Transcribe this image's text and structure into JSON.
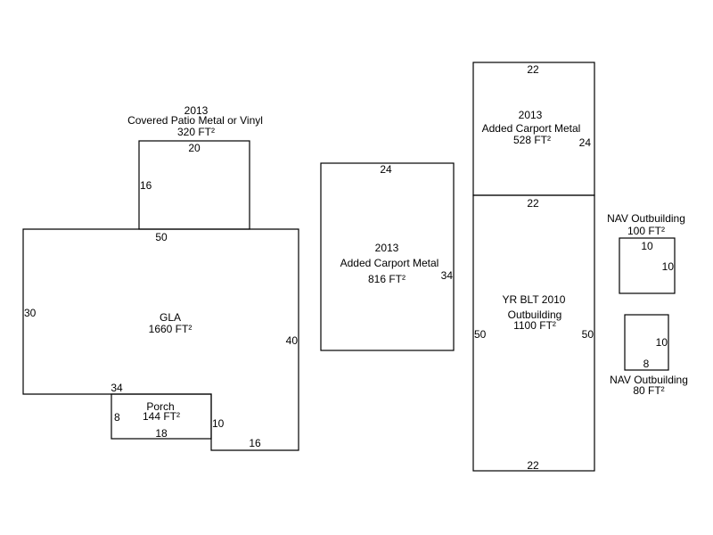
{
  "patio": {
    "year": "2013",
    "label": "Covered Patio Metal or Vinyl",
    "area": "320 FT²",
    "dim_top": "20",
    "dim_left": "16"
  },
  "gla": {
    "label": "GLA",
    "area": "1660 FT²",
    "dim_top": "50",
    "dim_left": "30",
    "dim_right": "40",
    "dim_bottom_left": "34",
    "dim_bottom_right": "16",
    "dim_step": "10"
  },
  "porch": {
    "label": "Porch",
    "area": "144 FT²",
    "dim_left": "8",
    "dim_bottom": "18"
  },
  "carport_left": {
    "year": "2013",
    "label": "Added Carport Metal",
    "area": "816 FT²",
    "dim_top": "24",
    "dim_right": "34"
  },
  "carport_right": {
    "year": "2013",
    "label": "Added Carport Metal",
    "area": "528 FT²",
    "dim_top": "22",
    "dim_right": "24"
  },
  "outbuilding": {
    "year_label": "YR BLT 2010",
    "label": "Outbuilding",
    "area": "1100 FT²",
    "dim_top": "22",
    "dim_left": "50",
    "dim_right": "50",
    "dim_bottom": "22"
  },
  "nav1": {
    "label": "NAV Outbuilding",
    "area": "100 FT²",
    "dim_top": "10",
    "dim_right": "10"
  },
  "nav2": {
    "label": "NAV Outbuilding",
    "area": "80 FT²",
    "dim_right": "10",
    "dim_bottom": "8"
  }
}
